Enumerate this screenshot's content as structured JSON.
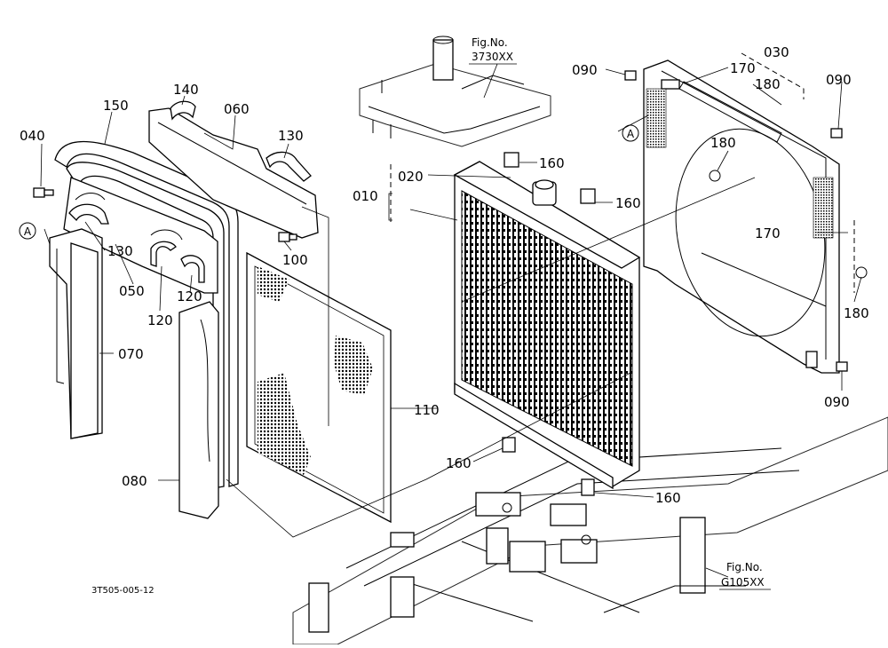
{
  "diagram": {
    "code": "3T505-005-12",
    "ref_top": {
      "label": "Fig.No.",
      "number": "3730XX"
    },
    "ref_bottom": {
      "label": "Fig.No.",
      "number": "G105XX"
    },
    "view_markers": [
      "A",
      "A"
    ],
    "callouts": {
      "c010": "010",
      "c020": "020",
      "c030": "030",
      "c040": "040",
      "c050": "050",
      "c060": "060",
      "c070": "070",
      "c080": "080",
      "c090a": "090",
      "c090b": "090",
      "c090c": "090",
      "c100": "100",
      "c110": "110",
      "c120a": "120",
      "c120b": "120",
      "c130a": "130",
      "c130b": "130",
      "c140": "140",
      "c150": "150",
      "c160a": "160",
      "c160b": "160",
      "c160c": "160",
      "c160d": "160",
      "c170a": "170",
      "c170b": "170",
      "c180a": "180",
      "c180b": "180",
      "c180c": "180"
    }
  }
}
